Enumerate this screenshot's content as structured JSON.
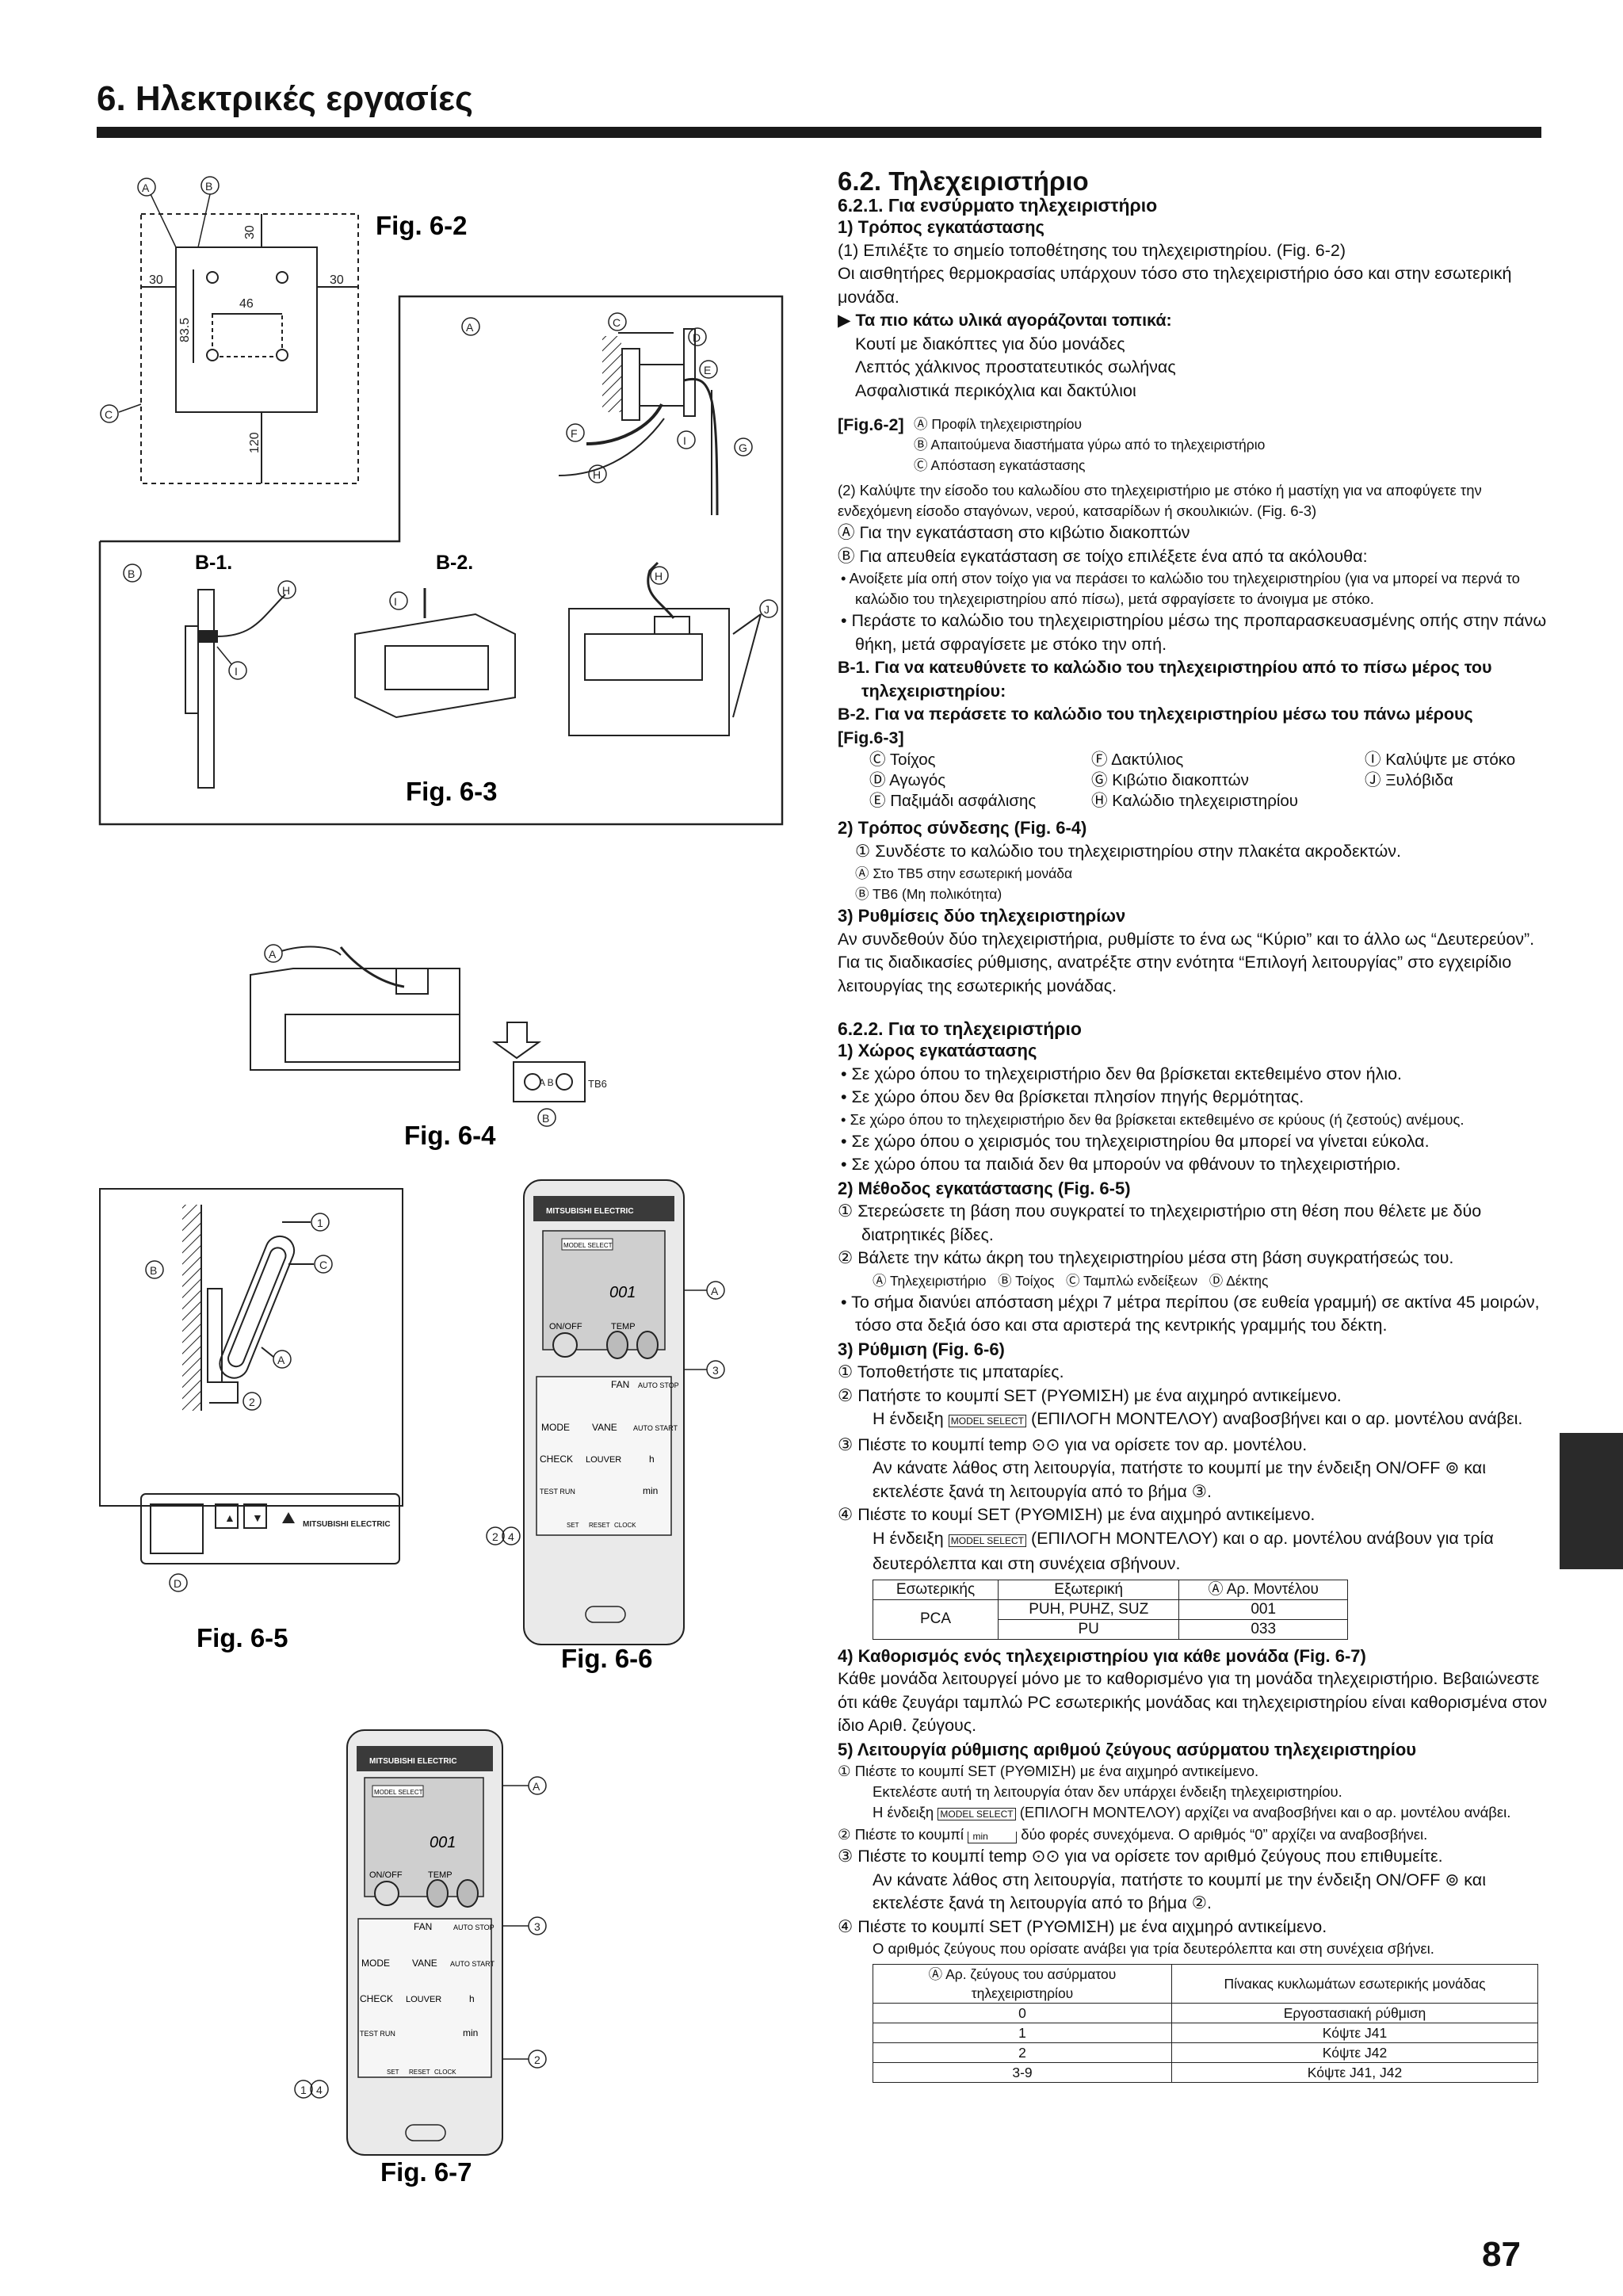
{
  "header": {
    "title": "6. Ηλεκτρικές εργασίες"
  },
  "page_number": "87",
  "figures": {
    "fig62": {
      "label": "Fig. 6-2",
      "dims": [
        "30",
        "30",
        "30",
        "46",
        "83.5",
        "120"
      ],
      "callouts": [
        "A",
        "B",
        "C",
        "A",
        "C",
        "D",
        "E",
        "F",
        "G",
        "H",
        "I"
      ]
    },
    "fig63": {
      "label": "Fig. 6-3",
      "b1": "B-1.",
      "b2": "B-2."
    },
    "fig64": {
      "label": "Fig. 6-4",
      "tb_ab": "A B",
      "tb6": "TB6"
    },
    "fig65": {
      "label": "Fig. 6-5",
      "brand": "MITSUBISHI ELECTRIC"
    },
    "fig66": {
      "label": "Fig. 6-6"
    },
    "fig67": {
      "label": "Fig. 6-7"
    },
    "remote": {
      "brand": "MITSUBISHI ELECTRIC",
      "model_select": "MODEL SELECT",
      "digits": "001",
      "onoff": "ON/OFF",
      "temp": "TEMP",
      "fan": "FAN",
      "auto_stop": "AUTO STOP",
      "mode": "MODE",
      "vane": "VANE",
      "auto_start": "AUTO START",
      "check": "CHECK",
      "louver": "LOUVER",
      "h": "h",
      "test_run": "TEST RUN",
      "min": "min",
      "set": "SET",
      "reset": "RESET",
      "clock": "CLOCK"
    }
  },
  "text": {
    "s62": "6.2. Τηλεχειριστήριο",
    "s621": "6.2.1. Για ενσύρματο τηλεχειριστήριο",
    "h_install": "1) Τρόπος εγκατάστασης",
    "p1": "(1) Επιλέξτε το σημείο τοποθέτησης του τηλεχειριστηρίου. (Fig. 6-2)",
    "p2": "Οι αισθητήρες θερμοκρασίας υπάρχουν τόσο στο τηλεχειριστήριο όσο και στην εσωτερική μονάδα.",
    "h_local": "Τα πιο κάτω υλικά αγοράζονται τοπικά:",
    "local1": "Κουτί με διακόπτες για δύο μονάδες",
    "local2": "Λεπτός χάλκινος προστατευτικός σωλήνας",
    "local3": "Ασφαλιστικά περικόχλια και δακτύλιοι",
    "fig62_ref": "[Fig.6-2]",
    "f62a": "Προφίλ τηλεχειριστηρίου",
    "f62b": "Απαιτούμενα διαστήματα γύρω από το τηλεχειριστήριο",
    "f62c": "Απόσταση εγκατάστασης",
    "p3": "(2) Καλύψτε την είσοδο του καλωδίου στο τηλεχειριστήριο με στόκο ή μαστίχη για να αποφύγετε την ενδεχόμενη είσοδο σταγόνων, νερού, κατσαρίδων ή σκουλικιών. (Fig. 6-3)",
    "pa": "Για την εγκατάσταση στο κιβώτιο διακοπτών",
    "pb": "Για απευθεία εγκατάσταση σε τοίχο επιλέξετε ένα από τα ακόλουθα:",
    "bul1": "Ανοίξετε μία οπή στον τοίχο για να περάσει το καλώδιο του τηλεχειριστηρίου (για να μπορεί να περνά το καλώδιο του τηλεχειριστηρίου από πίσω), μετά σφραγίσετε το άνοιγμα με στόκο.",
    "bul2": "Περάστε το καλώδιο του τηλεχειριστηρίου μέσω της προπαρασκευασμένης οπής στην πάνω θήκη, μετά σφραγίσετε με στόκο την οπή.",
    "b1t": "B-1. Για να κατευθύνετε το καλώδιο του τηλεχειριστηρίου από το πίσω μέρος του τηλεχειριστηρίου:",
    "b2t": "B-2. Για να περάσετε το καλώδιο του τηλεχειριστηρίου μέσω του πάνω μέρους",
    "fig63_ref": "[Fig.6-3]",
    "c_wall": "Τοίχος",
    "c_duct": "Αγωγός",
    "c_lock": "Παξιμάδι ασφάλισης",
    "c_ring": "Δακτύλιος",
    "c_box": "Κιβώτιο διακοπτών",
    "c_cable": "Καλώδιο τηλεχειριστηρίου",
    "c_putty": "Καλύψτε με στόκο",
    "c_screw": "Ξυλόβιδα",
    "h_conn": "2) Τρόπος σύνδεσης (Fig. 6-4)",
    "conn1": "Συνδέστε το καλώδιο του τηλεχειριστηρίου στην πλακέτα ακροδεκτών.",
    "conn_a": "Στο TB5 στην εσωτερική μονάδα",
    "conn_b": "TB6 (Μη πολικότητα)",
    "h_two": "3) Ρυθμίσεις δύο τηλεχειριστηρίων",
    "two": "Αν συνδεθούν δύο τηλεχειριστήρια, ρυθμίστε το ένα ως “Κύριο” και το άλλο ως “Δευτερεύον”. Για τις διαδικασίες ρύθμισης, ανατρέξτε στην ενότητα “Επιλογή λειτουργίας” στο εγχειρίδιο λειτουργίας της εσωτερικής μονάδας.",
    "s622": "6.2.2. Για το τηλεχειριστήριο",
    "h_space": "1) Χώρος εγκατάστασης",
    "sp1": "Σε χώρο όπου το τηλεχειριστήριο δεν θα βρίσκεται εκτεθειμένο στον ήλιο.",
    "sp2": "Σε χώρο όπου δεν θα βρίσκεται πλησίον πηγής θερμότητας.",
    "sp3": "Σε χώρο όπου το τηλεχειριστήριο δεν θα βρίσκεται εκτεθειμένο σε κρύους (ή ζεστούς) ανέμους.",
    "sp4": "Σε χώρο όπου ο χειρισμός του τηλεχειριστηρίου θα μπορεί να γίνεται εύκολα.",
    "sp5": "Σε χώρο όπου τα παιδιά δεν θα μπορούν να φθάνουν το τηλεχειριστήριο.",
    "h_method": "2) Μέθοδος εγκατάστασης (Fig. 6-5)",
    "m1": "Στερεώσετε τη βάση που συγκρατεί το τηλεχειριστήριο στη θέση που θέλετε με δύο διατρητικές βίδες.",
    "m2": "Βάλετε την κάτω άκρη του τηλεχειριστηρίου μέσα στη βάση συγκρατήσεώς του.",
    "ma": "Τηλεχειριστήριο",
    "mb": "Τοίχος",
    "mc": "Ταμπλώ ενδείξεων",
    "md": "Δέκτης",
    "m_note": "Το σήμα διανύει απόσταση μέχρι 7 μέτρα περίπου (σε ευθεία γραμμή) σε ακτίνα 45 μοιρών, τόσο στα δεξιά όσο και στα αριστερά της κεντρικής γραμμής του δέκτη.",
    "h_set": "3) Ρύθμιση (Fig. 6-6)",
    "st1": "Τοποθετήστε τις μπαταρίες.",
    "st2": "Πατήστε το κουμπί SET (ΡΥΘΜΙΣΗ) με ένα αιχμηρό αντικείμενο.",
    "st2b_pre": "Η ένδειξη",
    "st2b_post": "(ΕΠΙΛΟΓΗ ΜΟΝΤΕΛΟΥ) αναβοσβήνει και ο αρ. μοντέλου ανάβει.",
    "st3": "Πιέστε το κουμπί temp ⊙⊙ για να ορίσετε τον αρ. μοντέλου.",
    "st3b": "Αν κάνατε λάθος στη λειτουργία, πατήστε το κουμπί με την ένδειξη ON/OFF ⊚ και εκτελέστε ξανά τη λειτουργία από το βήμα ③.",
    "st4": "Πιέστε το κουμί SET (ΡΥΘΜΙΣΗ) με ένα αιχμηρό αντικείμενο.",
    "st4b_pre": "Η ένδειξη",
    "st4b_post": "(ΕΠΙΛΟΓΗ ΜΟΝΤΕΛΟΥ) και ο αρ. μοντέλου ανάβουν για τρία δευτερόλεπτα και στη συνέχεια σβήνουν.",
    "h_pair": "4) Καθορισμός ενός τηλεχειριστηρίου για κάθε μονάδα (Fig. 6-7)",
    "pair": "Κάθε μονάδα λειτουργεί μόνο με το καθορισμένο για τη μονάδα τηλεχειριστήριο. Βεβαιώνεστε ότι κάθε ζευγάρι ταμπλώ PC εσωτερικής μονάδας και τηλεχειριστηρίου είναι καθορισμένα στον ίδιο Αριθ. ζεύγους.",
    "h_wl": "5) Λειτουργία ρύθμισης αριθμού ζεύγους ασύρματου τηλεχειριστηρίου",
    "wl1": "Πιέστε το κουμπί SET (ΡΥΘΜΙΣΗ) με ένα αιχμηρό αντικείμενο.",
    "wl1b": "Εκτελέστε αυτή τη λειτουργία όταν δεν υπάρχει ένδειξη τηλεχειριστηρίου.",
    "wl1c_pre": "Η ένδειξη",
    "wl1c_post": "(ΕΠΙΛΟΓΗ ΜΟΝΤΕΛΟΥ) αρχίζει να αναβοσβήνει και ο αρ. μοντέλου ανάβει.",
    "wl2_pre": "Πιέστε το κουμπί",
    "wl2_post": "δύο φορές συνεχόμενα. Ο αριθμός “0” αρχίζει να αναβοσβήνει.",
    "wl3": "Πιέστε το κουμπί temp ⊙⊙ για να ορίσετε τον αριθμό ζεύγους που επιθυμείτε.",
    "wl3b": "Αν κάνατε λάθος στη λειτουργία, πατήστε το κουμπί με την ένδειξη ON/OFF ⊚ και εκτελέστε ξανά τη λειτουργία από το βήμα ②.",
    "wl4": "Πιέστε το κουμπί SET (ΡΥΘΜΙΣΗ) με ένα αιχμηρό αντικείμενο.",
    "wl4b": "Ο αριθμός ζεύγους που ορίσατε ανάβει για τρία δευτερόλεπτα και στη συνέχεια σβήνει."
  },
  "table_model": {
    "headers": [
      "Εσωτερικής",
      "Εξωτερική",
      "Ⓐ Αρ. Μοντέλου"
    ],
    "indoor": "PCA",
    "rows": [
      [
        "PUH, PUHZ, SUZ",
        "001"
      ],
      [
        "PU",
        "033"
      ]
    ]
  },
  "table_pair": {
    "headers": [
      "Ⓐ Αρ. ζεύγους του ασύρματου τηλεχειριστηρίου",
      "Πίνακας κυκλωμάτων εσωτερικής μονάδας"
    ],
    "rows": [
      [
        "0",
        "Εργοστασιακή ρύθμιση"
      ],
      [
        "1",
        "Κόψτε J41"
      ],
      [
        "2",
        "Κόψτε J42"
      ],
      [
        "3-9",
        "Κόψτε J41, J42"
      ]
    ]
  }
}
